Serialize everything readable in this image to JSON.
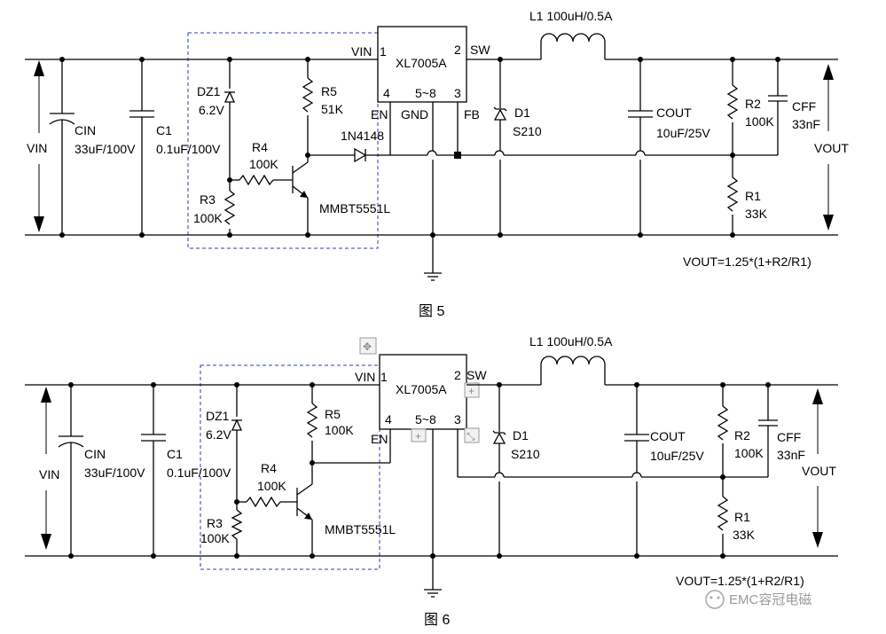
{
  "figure5": {
    "caption": "图 5",
    "ic": {
      "name": "XL7005A",
      "vin": "VIN",
      "pin1": "1",
      "pin2": "2",
      "sw": "SW",
      "pin4": "4",
      "pin58": "5~8",
      "pin3": "3",
      "en": "EN",
      "gnd": "GND",
      "fb": "FB"
    },
    "inductor": "L1 100uH/0.5A",
    "dz1": {
      "name": "DZ1",
      "value": "6.2V"
    },
    "r5": {
      "name": "R5",
      "value": "51K"
    },
    "r4": {
      "name": "R4",
      "value": "100K"
    },
    "r3": {
      "name": "R3",
      "value": "100K"
    },
    "diode_small": "1N4148",
    "transistor": "MMBT5551L",
    "cin": {
      "name": "CIN",
      "value": "33uF/100V"
    },
    "c1": {
      "name": "C1",
      "value": "0.1uF/100V"
    },
    "d1": {
      "name": "D1",
      "value": "S210"
    },
    "cout": {
      "name": "COUT",
      "value": "10uF/25V"
    },
    "r2": {
      "name": "R2",
      "value": "100K"
    },
    "cff": {
      "name": "CFF",
      "value": "33nF"
    },
    "r1": {
      "name": "R1",
      "value": "33K"
    },
    "vin_label": "VIN",
    "vout_label": "VOUT",
    "formula": "VOUT=1.25*(1+R2/R1)"
  },
  "figure6": {
    "caption": "图 6",
    "ic": {
      "name": "XL7005A",
      "vin": "VIN",
      "pin1": "1",
      "pin2": "2",
      "sw": "SW",
      "pin4": "4",
      "pin58": "5~8",
      "pin3": "3",
      "en": "EN"
    },
    "inductor": "L1 100uH/0.5A",
    "dz1": {
      "name": "DZ1",
      "value": "6.2V"
    },
    "r5": {
      "name": "R5",
      "value": "100K"
    },
    "r4": {
      "name": "R4",
      "value": "100K"
    },
    "r3": {
      "name": "R3",
      "value": "100K"
    },
    "transistor": "MMBT5551L",
    "cin": {
      "name": "CIN",
      "value": "33uF/100V"
    },
    "c1": {
      "name": "C1",
      "value": "0.1uF/100V"
    },
    "d1": {
      "name": "D1",
      "value": "S210"
    },
    "cout": {
      "name": "COUT",
      "value": "10uF/25V"
    },
    "r2": {
      "name": "R2",
      "value": "100K"
    },
    "cff": {
      "name": "CFF",
      "value": "33nF"
    },
    "r1": {
      "name": "R1",
      "value": "33K"
    },
    "vin_label": "VIN",
    "vout_label": "VOUT",
    "formula": "VOUT=1.25*(1+R2/R1)"
  },
  "watermark": "EMC容冠电磁"
}
